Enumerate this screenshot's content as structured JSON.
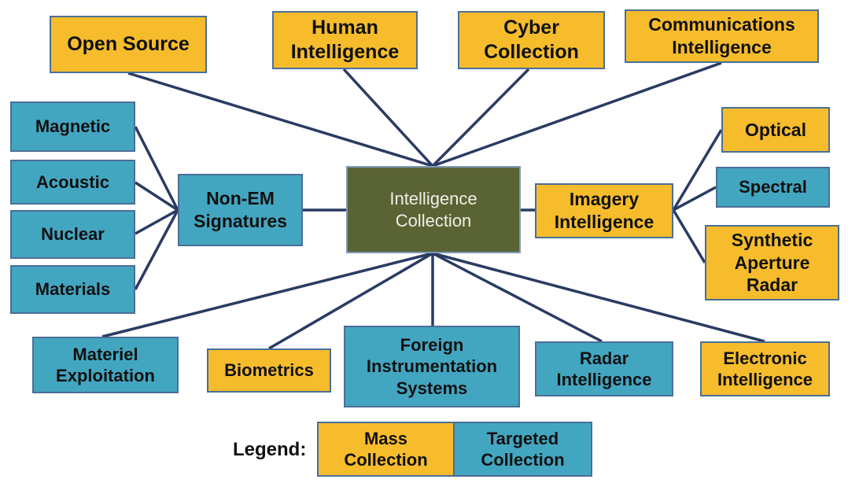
{
  "center": {
    "label": "Intelligence Collection"
  },
  "nodes": {
    "open_source": "Open Source",
    "human_intelligence": "Human Intelligence",
    "cyber_collection": "Cyber Collection",
    "communications_intelligence": "Communications Intelligence",
    "magnetic": "Magnetic",
    "acoustic": "Acoustic",
    "nuclear": "Nuclear",
    "materials": "Materials",
    "non_em_signatures": "Non-EM Signatures",
    "imagery_intelligence": "Imagery Intelligence",
    "optical": "Optical",
    "spectral": "Spectral",
    "synthetic_aperture_radar": "Synthetic Aperture Radar",
    "materiel_exploitation": "Materiel Exploitation",
    "biometrics": "Biometrics",
    "foreign_instrumentation_systems": "Foreign Instrumentation Systems",
    "radar_intelligence": "Radar Intelligence",
    "electronic_intelligence": "Electronic Intelligence"
  },
  "legend": {
    "label": "Legend:",
    "mass": "Mass Collection",
    "targeted": "Targeted Collection"
  },
  "colors": {
    "mass": "#f6bc2c",
    "targeted": "#43a6c1",
    "center": "#5a6334",
    "connector": "#2a3b63"
  }
}
